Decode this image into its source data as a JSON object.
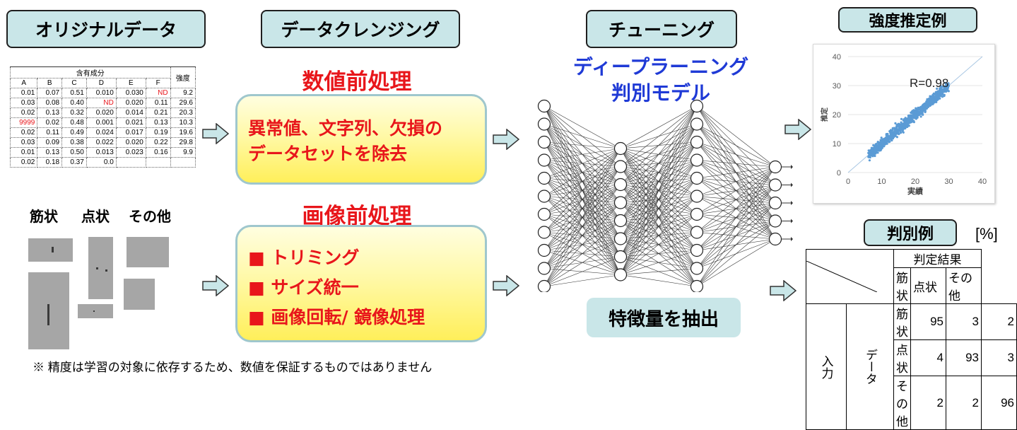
{
  "stages": {
    "original_data": "オリジナルデータ",
    "data_cleansing": "データクレンジング",
    "tuning": "チューニング",
    "strength_example": "強度推定例",
    "discrimination_example": "判別例"
  },
  "numeric_preprocessing": {
    "title": "数値前処理",
    "line1": "異常値、文字列、欠損の",
    "line2": "データセットを除去"
  },
  "image_preprocessing": {
    "title": "画像前処理",
    "items": [
      "■ トリミング",
      "■ サイズ統一",
      "■ 画像回転/ 鏡像処理"
    ]
  },
  "deep_learning": {
    "title_line1": "ディープラーニング",
    "title_line2": "判別モデル",
    "feature_extraction": "特徴量を抽出"
  },
  "data_table": {
    "group_header": "含有成分",
    "strength_header": "強度",
    "columns": [
      "A",
      "B",
      "C",
      "D",
      "E",
      "F"
    ],
    "rows": [
      [
        "0.01",
        "0.07",
        "0.51",
        "0.010",
        "0.030",
        "ND",
        "9.2"
      ],
      [
        "0.03",
        "0.08",
        "0.40",
        "ND",
        "0.020",
        "0.11",
        "29.6"
      ],
      [
        "0.02",
        "0.13",
        "0.32",
        "0.020",
        "0.014",
        "0.21",
        "20.3"
      ],
      [
        "9999",
        "0.02",
        "0.48",
        "0.001",
        "0.021",
        "0.13",
        "10.3"
      ],
      [
        "0.02",
        "0.11",
        "0.49",
        "0.024",
        "0.017",
        "0.19",
        "19.6"
      ],
      [
        "0.03",
        "0.09",
        "0.38",
        "0.022",
        "0.020",
        "0.22",
        "29.8"
      ],
      [
        "0.01",
        "0.13",
        "0.50",
        "0.013",
        "0.023",
        "0.16",
        "9.9"
      ],
      [
        "0.02",
        "0.18",
        "0.37",
        "0.0",
        "",
        "",
        ""
      ]
    ]
  },
  "image_labels": {
    "streak": "筋状",
    "dot": "点状",
    "other": "その他"
  },
  "scatter": {
    "r_label": "R=0.98",
    "xlabel": "実績",
    "ylabel": "推定",
    "ticks": [
      "0",
      "10",
      "20",
      "30",
      "40"
    ]
  },
  "confusion": {
    "unit": "[%]",
    "header": "判定結果",
    "columns": [
      "筋状",
      "点状",
      "その他"
    ],
    "input_label": "入力",
    "data_label": "データ",
    "rows": [
      {
        "label": "筋状",
        "values": [
          "95",
          "3",
          "2"
        ]
      },
      {
        "label": "点状",
        "values": [
          "4",
          "93",
          "3"
        ]
      },
      {
        "label": "その他",
        "values": [
          "2",
          "2",
          "96"
        ]
      }
    ]
  },
  "footnote": "※ 精度は学習の対象に依存するため、数値を保証するものではありません"
}
